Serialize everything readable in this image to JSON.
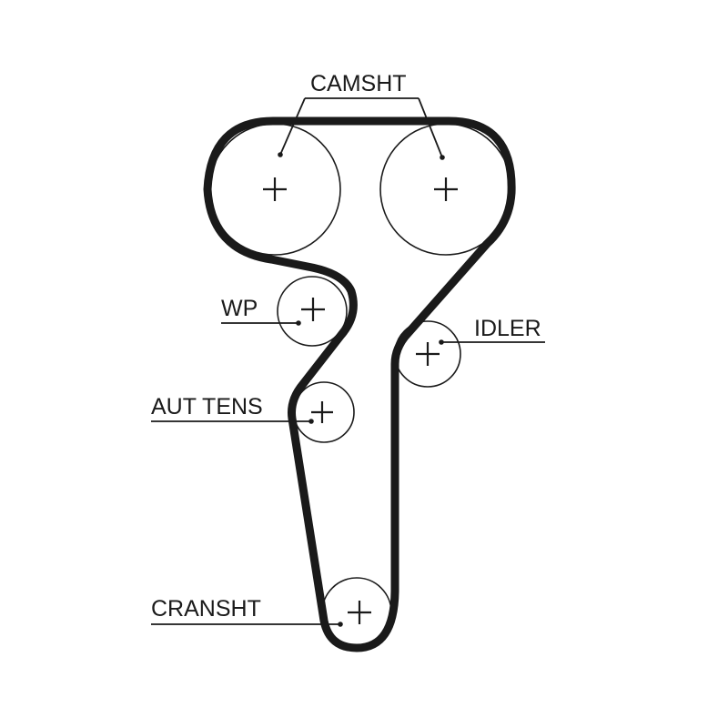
{
  "diagram": {
    "labels": {
      "camshaft": "CAMSHT",
      "water_pump": "WP",
      "idler": "IDLER",
      "auto_tensioner": "AUT TENS",
      "crankshaft": "CRANSHT"
    },
    "colors": {
      "ink": "#1a1a1a",
      "background": "#ffffff"
    }
  }
}
